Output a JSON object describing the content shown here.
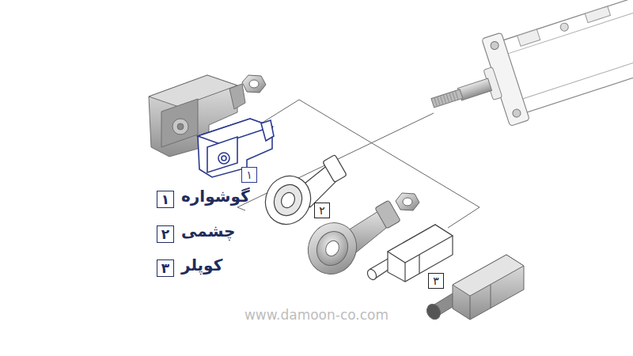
{
  "diagram": {
    "labels": [
      "۱",
      "۲",
      "۳",
      "۱",
      "گوشواره",
      "۲",
      "چشمی",
      "۳",
      "کوپلر",
      "www.damoon-co.com"
    ]
  }
}
